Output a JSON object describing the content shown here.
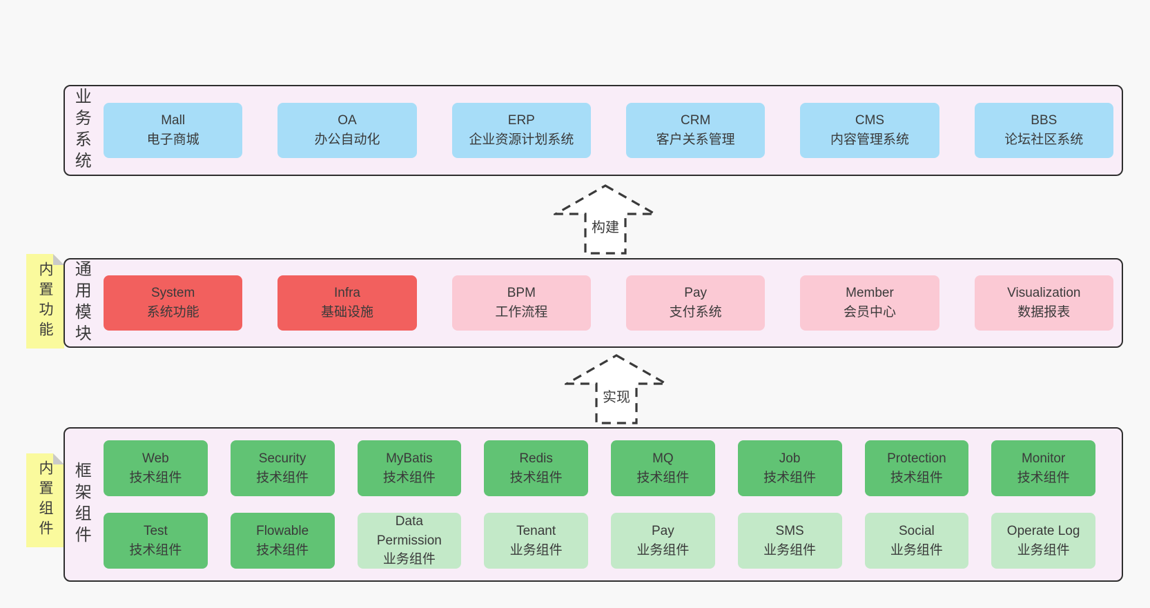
{
  "colors": {
    "page_bg": "#f8f8f8",
    "layer_bg": "#f9edf8",
    "border": "#2e2e2e",
    "text": "#3a3a3a",
    "blue": "#a7ddf8",
    "red": "#f2605e",
    "pink": "#fbc9d4",
    "green": "#61c374",
    "light_green": "#c3e9c8",
    "sticky_yellow": "#fafa9d"
  },
  "arrows": [
    {
      "label": "构建"
    },
    {
      "label": "实现"
    }
  ],
  "layers": [
    {
      "label": "业务系统",
      "boxes": [
        {
          "en": "Mall",
          "zh": "电子商城"
        },
        {
          "en": "OA",
          "zh": "办公自动化"
        },
        {
          "en": "ERP",
          "zh": "企业资源计划系统"
        },
        {
          "en": "CRM",
          "zh": "客户关系管理"
        },
        {
          "en": "CMS",
          "zh": "内容管理系统"
        },
        {
          "en": "BBS",
          "zh": "论坛社区系统"
        }
      ]
    },
    {
      "label": "通用模块",
      "sticky": "内置功能",
      "boxes": [
        {
          "en": "System",
          "zh": "系统功能"
        },
        {
          "en": "Infra",
          "zh": "基础设施"
        },
        {
          "en": "BPM",
          "zh": "工作流程"
        },
        {
          "en": "Pay",
          "zh": "支付系统"
        },
        {
          "en": "Member",
          "zh": "会员中心"
        },
        {
          "en": "Visualization",
          "zh": "数据报表"
        }
      ]
    },
    {
      "label": "框架组件",
      "sticky": "内置组件",
      "rows": [
        {
          "boxes": [
            {
              "en": "Web",
              "zh": "技术组件"
            },
            {
              "en": "Security",
              "zh": "技术组件"
            },
            {
              "en": "MyBatis",
              "zh": "技术组件"
            },
            {
              "en": "Redis",
              "zh": "技术组件"
            },
            {
              "en": "MQ",
              "zh": "技术组件"
            },
            {
              "en": "Job",
              "zh": "技术组件"
            },
            {
              "en": "Protection",
              "zh": "技术组件"
            },
            {
              "en": "Monitor",
              "zh": "技术组件"
            }
          ]
        },
        {
          "boxes": [
            {
              "en": "Test",
              "zh": "技术组件"
            },
            {
              "en": "Flowable",
              "zh": "技术组件"
            },
            {
              "en": "Data Permission",
              "zh": "业务组件"
            },
            {
              "en": "Tenant",
              "zh": "业务组件"
            },
            {
              "en": "Pay",
              "zh": "业务组件"
            },
            {
              "en": "SMS",
              "zh": "业务组件"
            },
            {
              "en": "Social",
              "zh": "业务组件"
            },
            {
              "en": "Operate Log",
              "zh": "业务组件"
            }
          ]
        }
      ]
    }
  ]
}
